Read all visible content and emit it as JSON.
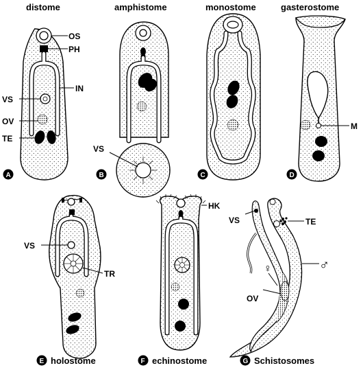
{
  "titles": {
    "distome": "distome",
    "amphistome": "amphistome",
    "monostome": "monostome",
    "gasterostome": "gasterostome"
  },
  "captions": {
    "e": {
      "badge": "E",
      "text": "holostome"
    },
    "f": {
      "badge": "F",
      "text": "echinostome"
    },
    "g": {
      "badge": "G",
      "text": "Schistosomes"
    }
  },
  "badges": {
    "a": "A",
    "b": "B",
    "c": "C",
    "d": "D"
  },
  "labels": {
    "os": "OS",
    "ph": "PH",
    "vs_a": "VS",
    "in": "IN",
    "ov_a": "OV",
    "te_a": "TE",
    "vs_b": "VS",
    "m": "M",
    "vs_e": "VS",
    "tr": "TR",
    "hk": "HK",
    "vs_g": "VS",
    "te_g": "TE",
    "ov_g": "OV",
    "female": "♀",
    "male": "♂"
  },
  "colors": {
    "ink": "#000000",
    "paper": "#ffffff"
  }
}
